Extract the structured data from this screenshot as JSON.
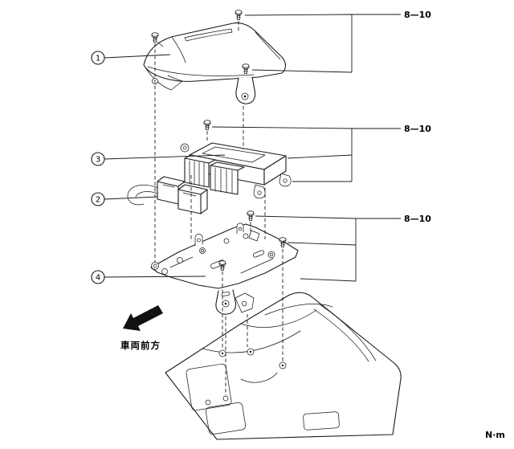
{
  "figure": {
    "torque_labels": {
      "top": "8—10",
      "middle": "8—10",
      "bottom": "8—10"
    },
    "unit_label": "N·m",
    "direction_label": "車両前方",
    "callouts": {
      "c1": "1",
      "c2": "2",
      "c3": "3",
      "c4": "4"
    }
  }
}
